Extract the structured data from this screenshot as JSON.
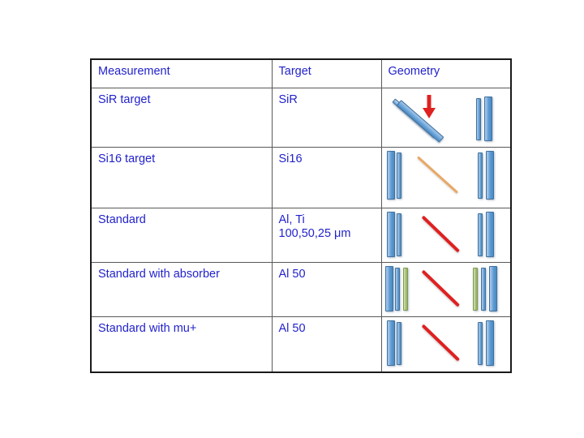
{
  "slide": {
    "background_color": "#ffffff",
    "text_color": "#2222cc",
    "border_color": "#1a1a1a"
  },
  "table": {
    "columns": [
      {
        "key": "measurement",
        "label": "Measurement"
      },
      {
        "key": "target",
        "label": "Target"
      },
      {
        "key": "geometry",
        "label": "Geometry"
      }
    ],
    "rows": [
      {
        "measurement": "SiR target",
        "target": "SiR",
        "geometry_description": "tilted SiR slab with red downward beam arrow and a pair of vertical detector bars at right"
      },
      {
        "measurement": "Si16 target",
        "target": "Si16",
        "geometry_description": "vertical detector bar pairs left and right with tan diagonal track through the centre"
      },
      {
        "measurement": "Standard",
        "target": "Al, Ti\n100,50,25 μm",
        "geometry_description": "vertical detector bar pairs left and right with red diagonal track through the centre"
      },
      {
        "measurement": "Standard with absorber",
        "target": "Al 50",
        "geometry_description": "detector bar triples including a green absorber bar on each side with red diagonal track"
      },
      {
        "measurement": "Standard with mu+",
        "target": "Al 50",
        "geometry_description": "vertical detector bar pairs left and right with red diagonal track through the centre"
      }
    ]
  },
  "legend_colors": {
    "detector_blue": "#5b9bd5",
    "absorber_green": "#a9c37a",
    "beam_red": "#e02020",
    "beam_tan": "#e8a866"
  }
}
